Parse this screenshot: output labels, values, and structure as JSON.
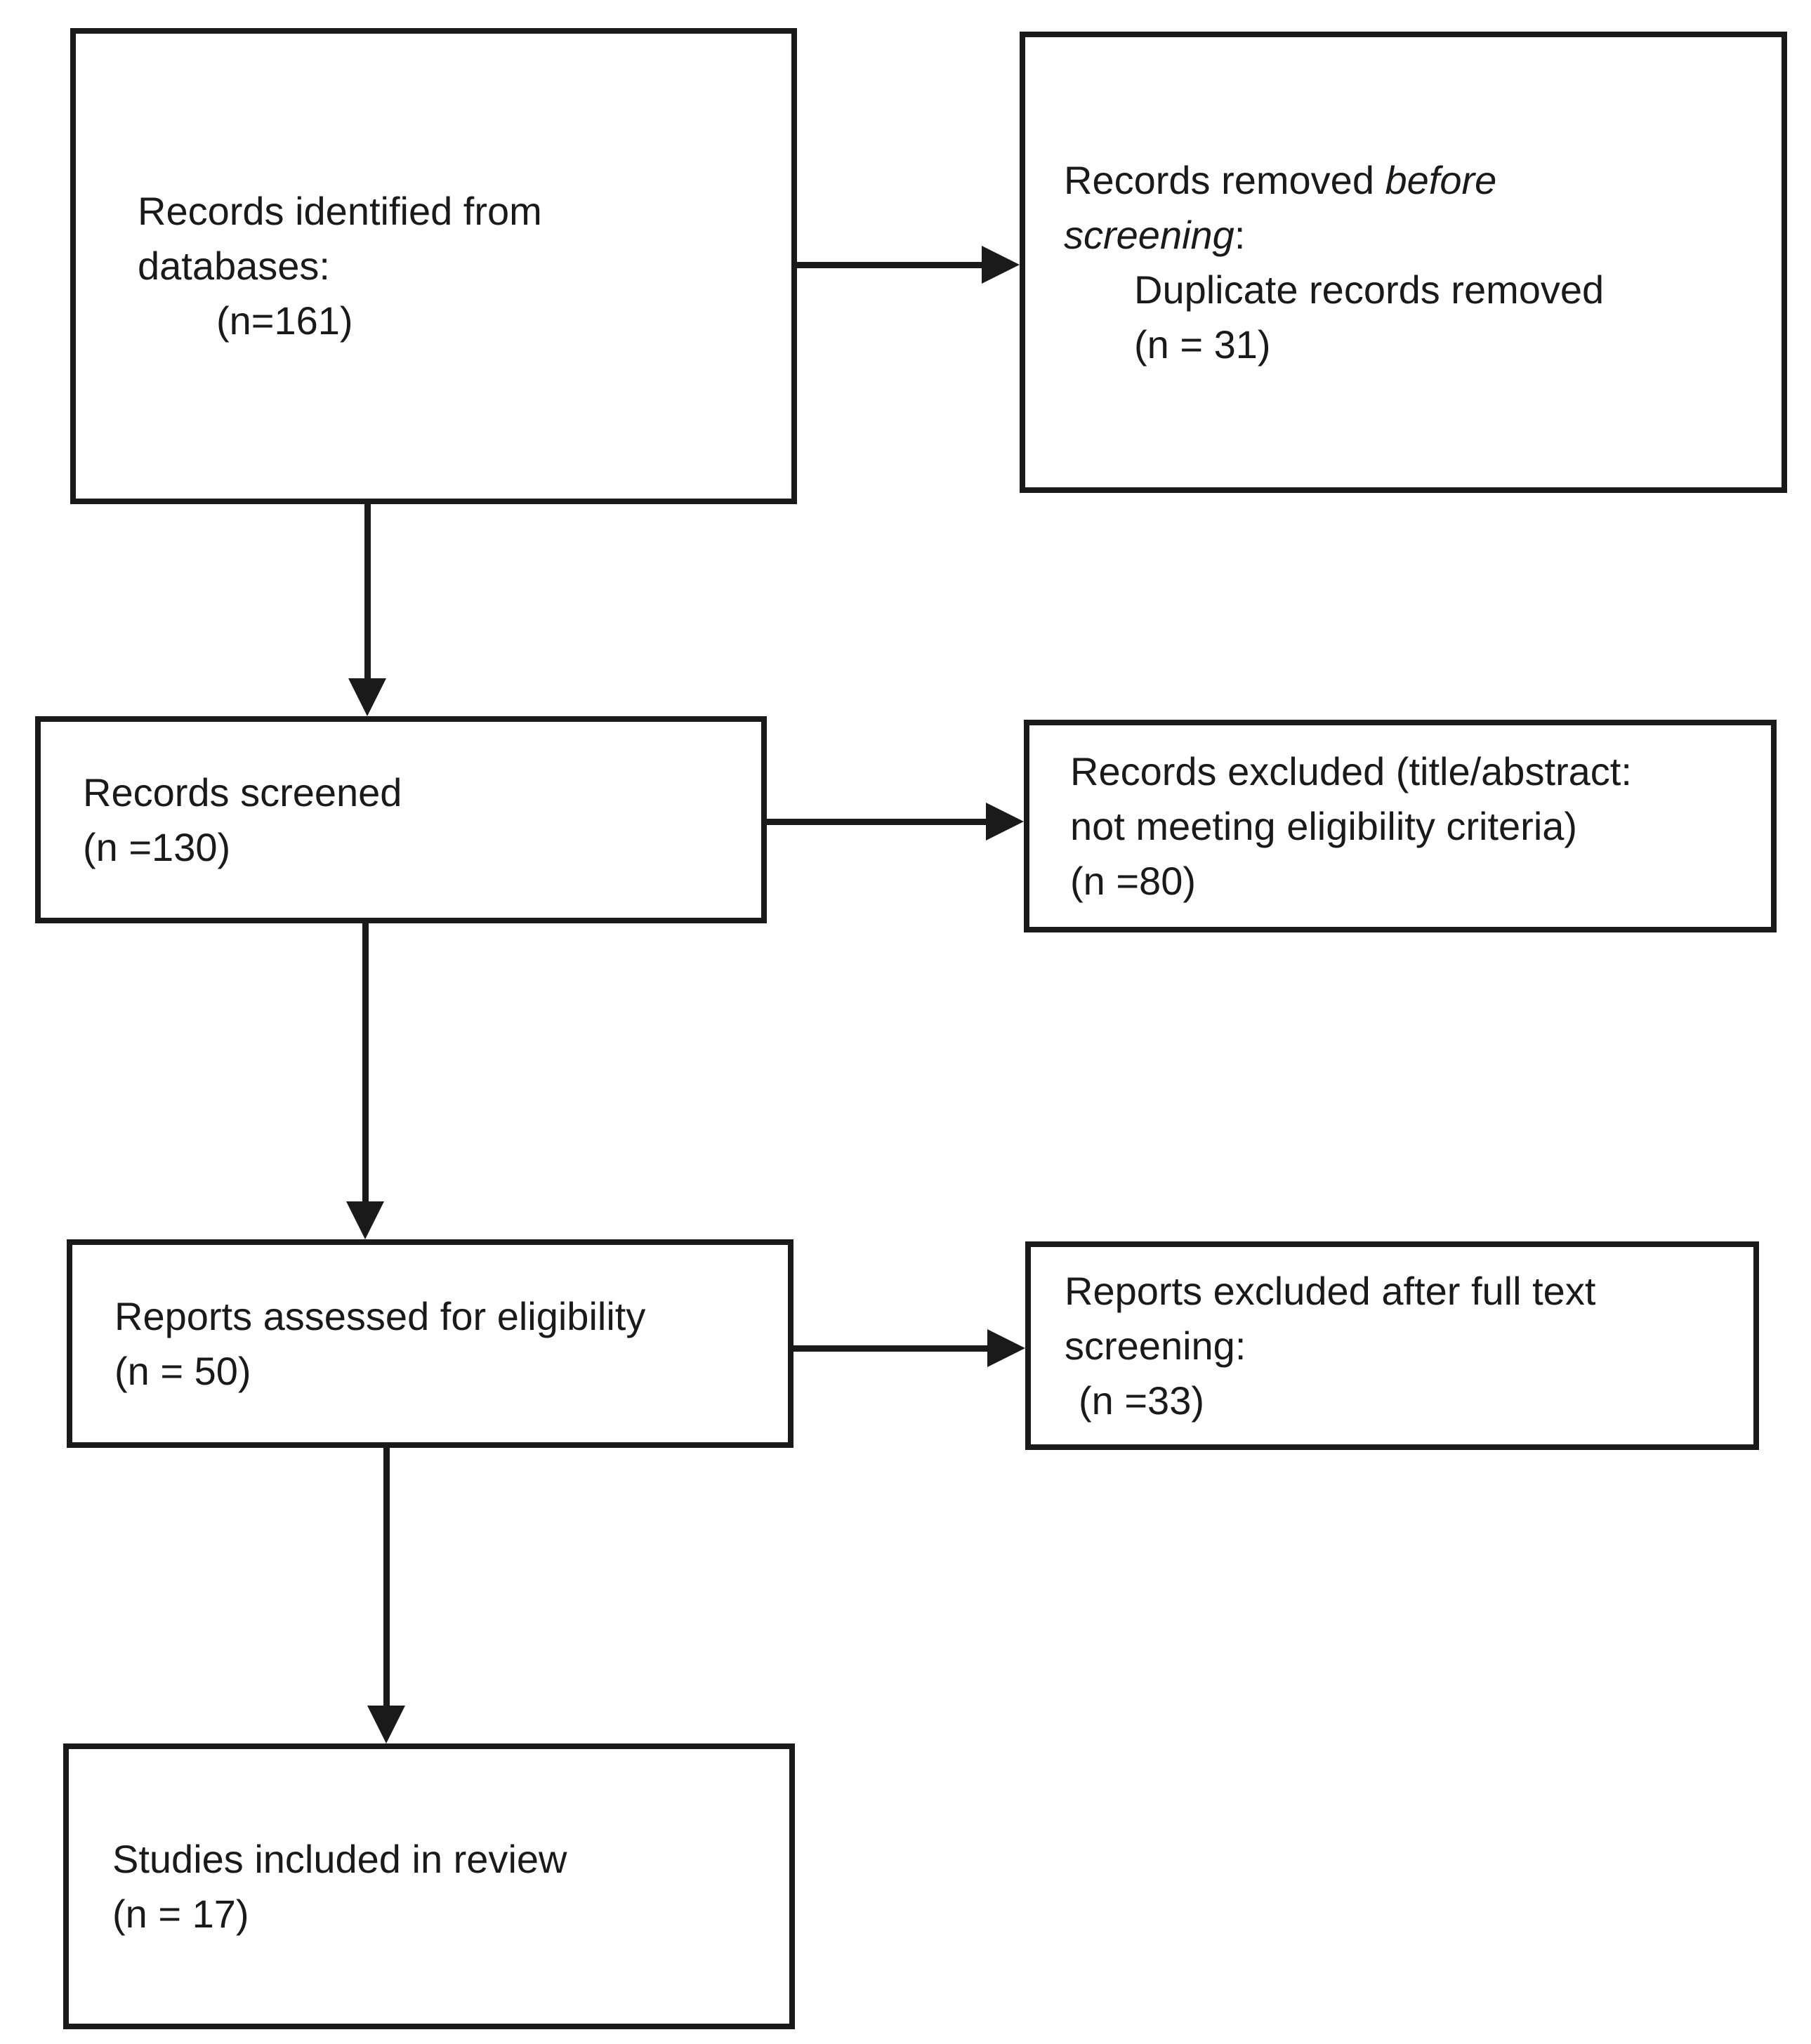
{
  "figure": {
    "type": "prisma-flow-diagram",
    "colors": {
      "ink": "#1a1a1a",
      "background": "#ffffff"
    },
    "boxes": {
      "identified": {
        "line1": "Records identified from",
        "line2": "databases:",
        "line3": "(n=161)"
      },
      "removed": {
        "line1_text": "Records removed ",
        "line1_italic": "before",
        "line2_italic": "screening",
        "line2_text": ":",
        "line3": "Duplicate records removed",
        "line4": "(n = 31)"
      },
      "screened": {
        "line1": "Records screened",
        "line2": "(n =130)"
      },
      "excluded_screening": {
        "line1": "Records excluded (title/abstract:",
        "line2": "not meeting eligibility criteria)",
        "line3": "(n =80)"
      },
      "assessed": {
        "line1": "Reports assessed for eligibility",
        "line2": "(n = 50)"
      },
      "excluded_fulltext": {
        "line1": "Reports excluded after full text",
        "line2": "screening:",
        "line3": "(n =33)"
      },
      "included": {
        "line1": "Studies included in review",
        "line2": "(n = 17)"
      }
    }
  }
}
